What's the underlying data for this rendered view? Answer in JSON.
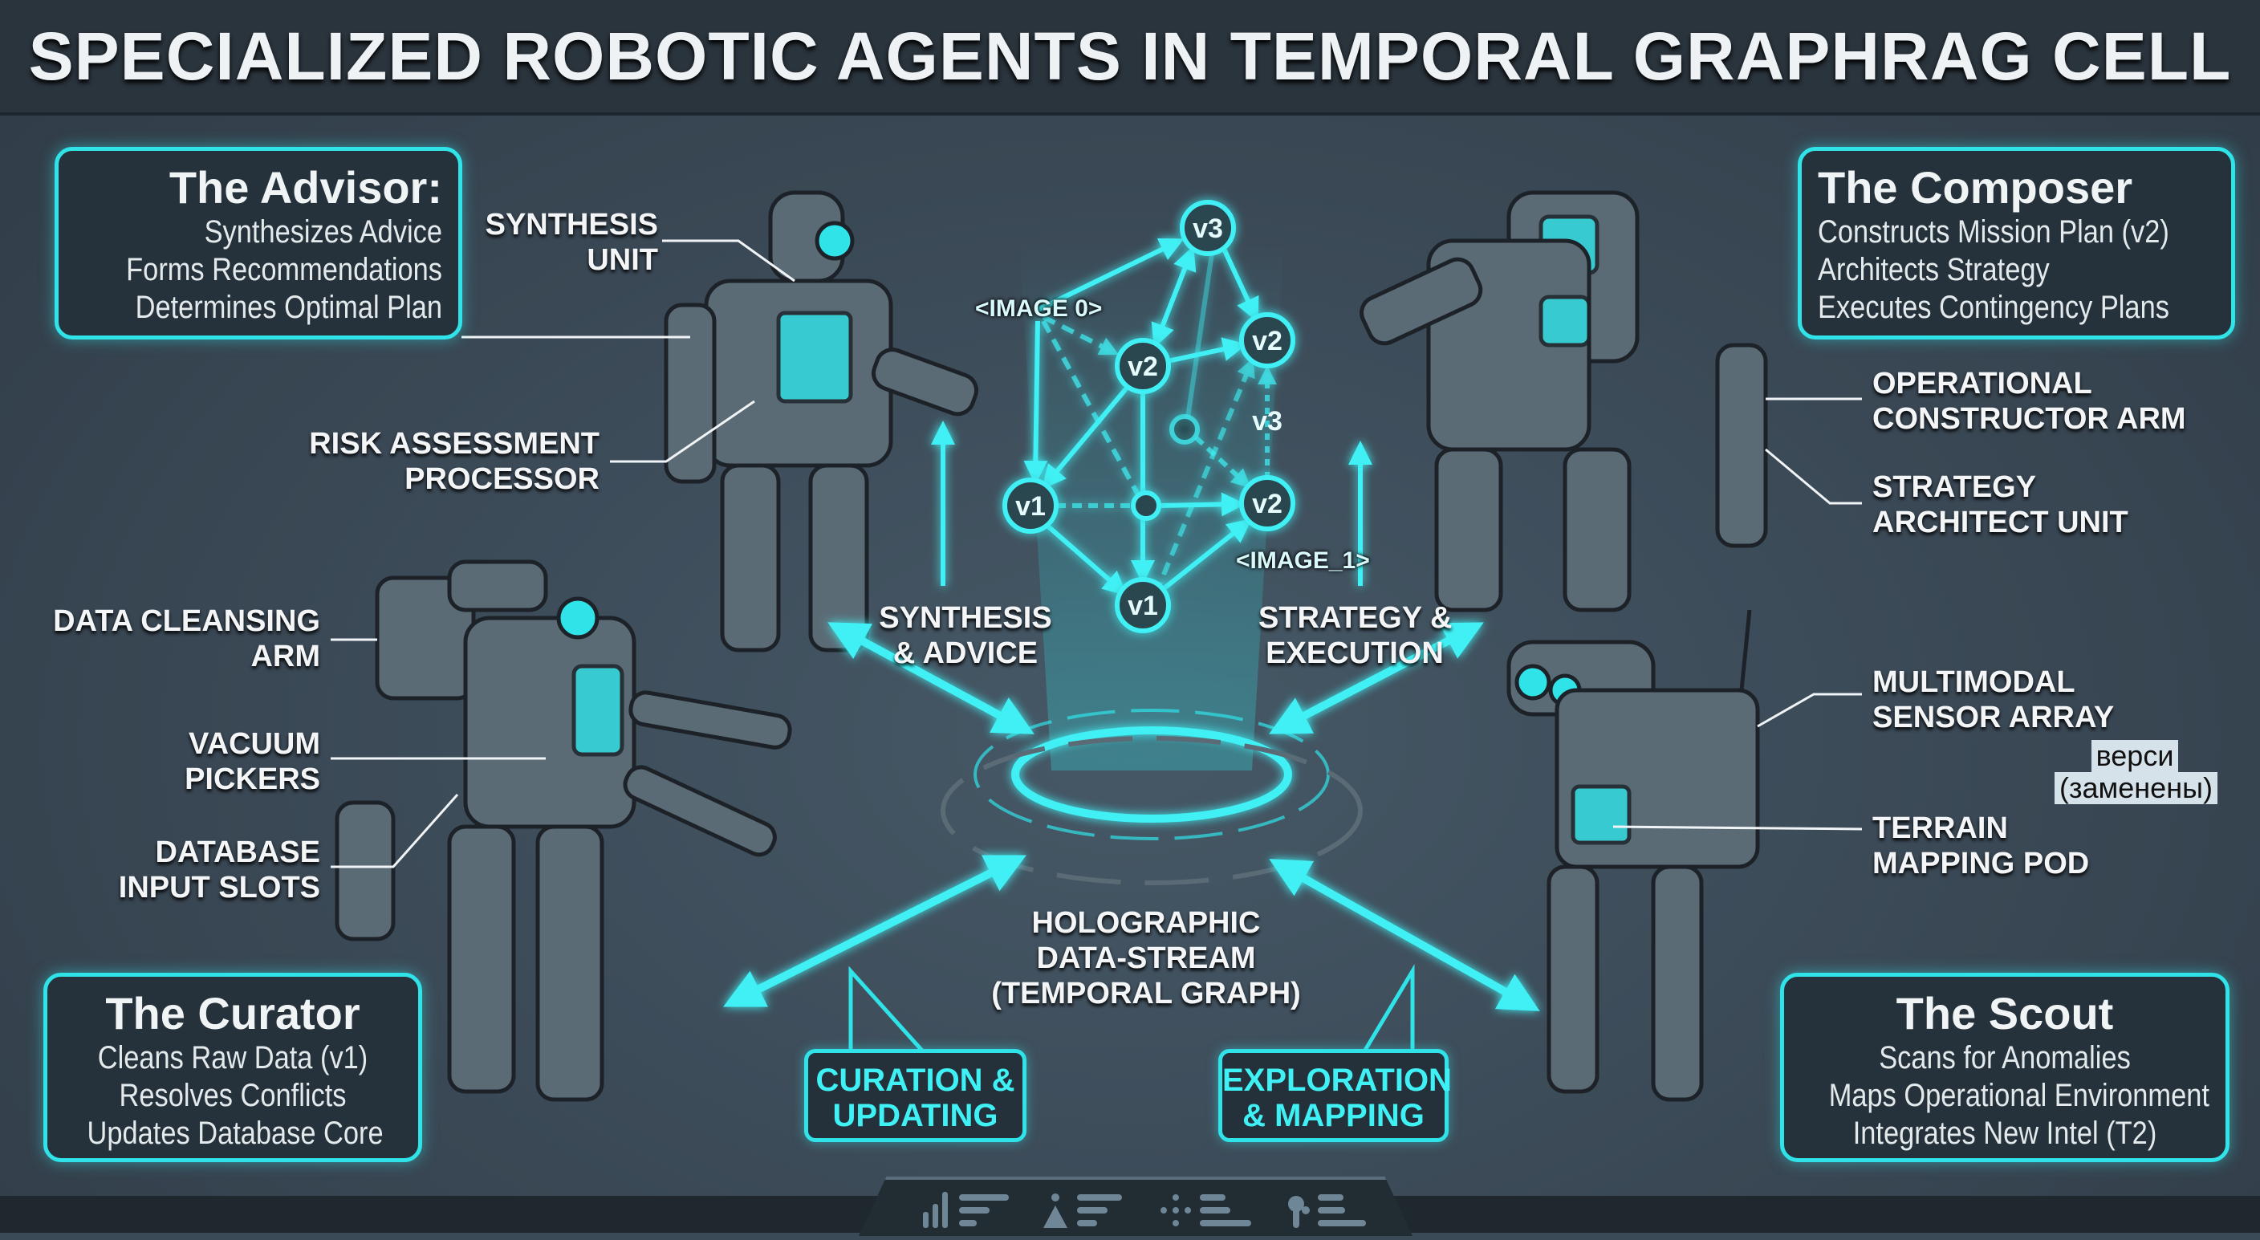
{
  "title": "SPECIALIZED ROBOTIC AGENTS IN TEMPORAL GRAPHRAG CELL",
  "colors": {
    "accent": "#2fe3e8",
    "background": "#3b4a57",
    "robot": "#5b6b76"
  },
  "agents": {
    "advisor": {
      "name": "The Advisor:",
      "lines": [
        "Synthesizes Advice",
        "Forms Recommendations",
        "Determines Optimal Plan"
      ]
    },
    "composer": {
      "name": "The Composer",
      "lines": [
        "Constructs Mission Plan (v2)",
        "Architects Strategy",
        "Executes Contingency Plans"
      ]
    },
    "curator": {
      "name": "The Curator",
      "lines": [
        "Cleans Raw Data (v1)",
        "Resolves Conflicts",
        "Updates Database Core"
      ]
    },
    "scout": {
      "name": "The Scout",
      "lines": [
        "Scans for Anomalies",
        "Maps Operational Environment",
        "Integrates New Intel (T2)"
      ]
    }
  },
  "callouts": {
    "synthesis_unit": [
      "SYNTHESIS",
      "UNIT"
    ],
    "risk_processor": [
      "RISK ASSESSMENT",
      "PROCESSOR"
    ],
    "data_cleansing_arm": [
      "DATA CLEANSING",
      "ARM"
    ],
    "vacuum_pickers": [
      "VACUUM",
      "PICKERS"
    ],
    "database_input_slots": [
      "DATABASE",
      "INPUT SLOTS"
    ],
    "constructor_arm": [
      "OPERATIONAL",
      "CONSTRUCTOR ARM"
    ],
    "strategy_unit": [
      "STRATEGY",
      "ARCHITECT UNIT"
    ],
    "sensor_array": [
      "MULTIMODAL",
      "SENSOR ARRAY"
    ],
    "terrain_pod": [
      "TERRAIN",
      "MAPPING POD"
    ]
  },
  "flows": {
    "synthesis": [
      "SYNTHESIS",
      "& ADVICE"
    ],
    "strategy": [
      "STRATEGY &",
      "EXECUTION"
    ],
    "curation": [
      "CURATION &",
      "UPDATING"
    ],
    "exploration": [
      "EXPLORATION",
      "& MAPPING"
    ]
  },
  "hologram": [
    "HOLOGRAPHIC",
    "DATA-STREAM",
    "(TEMPORAL GRAPH)"
  ],
  "graph": {
    "nodes": [
      "v3",
      "v2",
      "v2",
      "v1",
      "v2",
      "v1"
    ],
    "edge_label": "v3",
    "tags": [
      "<IMAGE 0>",
      "<IMAGE_1>"
    ]
  },
  "overlay_text": [
    "верси",
    "(заменены)"
  ],
  "bottom_icons": [
    "signal-bars-icon",
    "beacon-icon",
    "dots-cross-icon",
    "probe-icon"
  ]
}
